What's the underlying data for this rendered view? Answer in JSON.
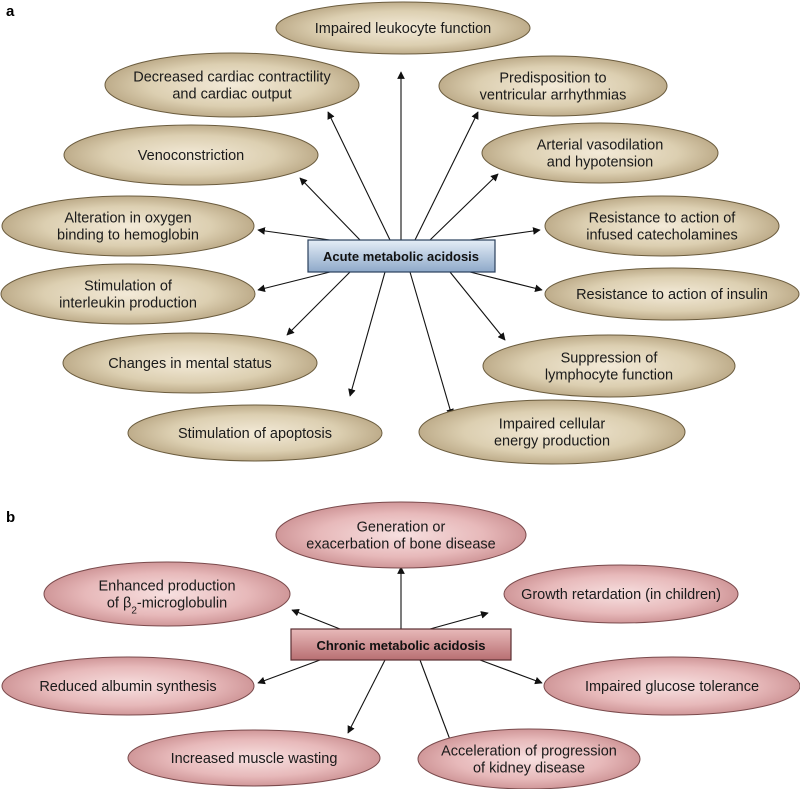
{
  "panel_a": {
    "label": "a",
    "center": "Acute metabolic acidosis",
    "effects": [
      [
        "Impaired leukocyte function"
      ],
      [
        "Predisposition to",
        "ventricular arrhythmias"
      ],
      [
        "Arterial vasodilation",
        "and hypotension"
      ],
      [
        "Resistance to action of",
        "infused catecholamines"
      ],
      [
        "Resistance to action of insulin"
      ],
      [
        "Suppression of",
        "lymphocyte function"
      ],
      [
        "Impaired cellular",
        "energy production"
      ],
      [
        "Stimulation of apoptosis"
      ],
      [
        "Changes in mental status"
      ],
      [
        "Stimulation of",
        "interleukin production"
      ],
      [
        "Alteration in oxygen",
        "binding to hemoglobin"
      ],
      [
        "Venoconstriction"
      ],
      [
        "Decreased cardiac contractility",
        "and cardiac output"
      ]
    ]
  },
  "panel_b": {
    "label": "b",
    "center": "Chronic metabolic acidosis",
    "effects": [
      [
        "Generation or",
        "exacerbation of bone disease"
      ],
      [
        "Growth retardation (in children)"
      ],
      [
        "Impaired glucose tolerance"
      ],
      [
        "Acceleration of progression",
        "of kidney disease"
      ],
      [
        "Increased muscle wasting"
      ],
      [
        "Reduced albumin synthesis"
      ],
      [
        "Enhanced production",
        "of β2-microglobulin"
      ]
    ]
  },
  "colors": {
    "acute_ellipse_light": "#f3ead8",
    "acute_ellipse_dark": "#b5a27f",
    "acute_box_light": "#e4edf7",
    "acute_box_dark": "#8ea9c9",
    "chronic_ellipse_light": "#f7e0e0",
    "chronic_ellipse_dark": "#c98d8f",
    "chronic_box_light": "#e8b9b9",
    "chronic_box_dark": "#b86f72"
  }
}
